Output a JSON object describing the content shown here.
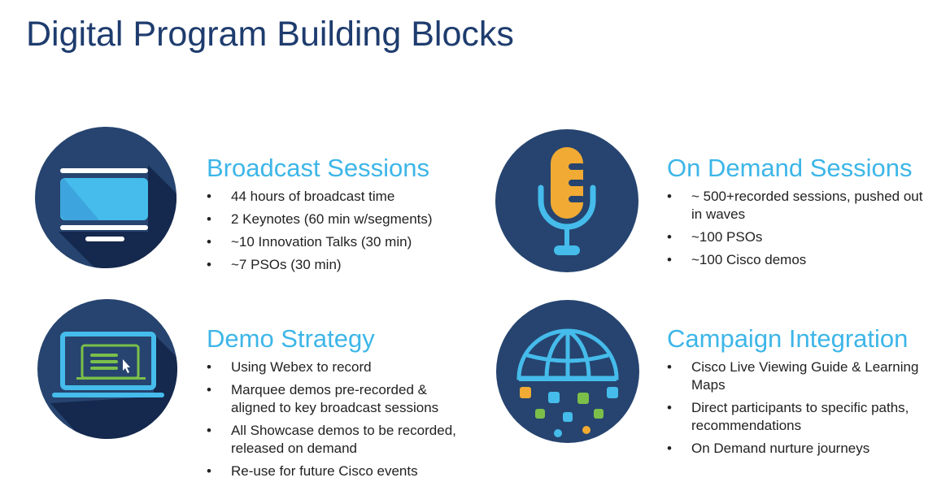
{
  "title": "Digital Program Building Blocks",
  "blocks": [
    {
      "heading": "Broadcast Sessions",
      "icon": "monitor-icon",
      "items": [
        "44 hours of broadcast time",
        "2 Keynotes (60 min w/segments)",
        "~10 Innovation Talks (30 min)",
        "~7 PSOs (30 min)"
      ]
    },
    {
      "heading": "On Demand Sessions",
      "icon": "microphone-icon",
      "items": [
        "~ 500+recorded sessions, pushed out in waves",
        "~100 PSOs",
        "~100 Cisco demos"
      ]
    },
    {
      "heading": "Demo Strategy",
      "icon": "laptop-icon",
      "items": [
        "Using Webex to record",
        "Marquee demos pre-recorded & aligned to key broadcast sessions",
        "All Showcase demos to be recorded, released on demand",
        "Re-use for future Cisco events"
      ]
    },
    {
      "heading": "Campaign Integration",
      "icon": "globe-icon",
      "items": [
        "Cisco Live Viewing Guide & Learning Maps",
        "Direct participants to specific paths, recommendations",
        "On Demand nurture journeys"
      ]
    }
  ],
  "colors": {
    "navy": "#26446f",
    "shadow": "#15284d",
    "blue": "#45bceb",
    "orange": "#f1aa33",
    "green": "#7bbf4a",
    "title": "#1e3c6e"
  }
}
